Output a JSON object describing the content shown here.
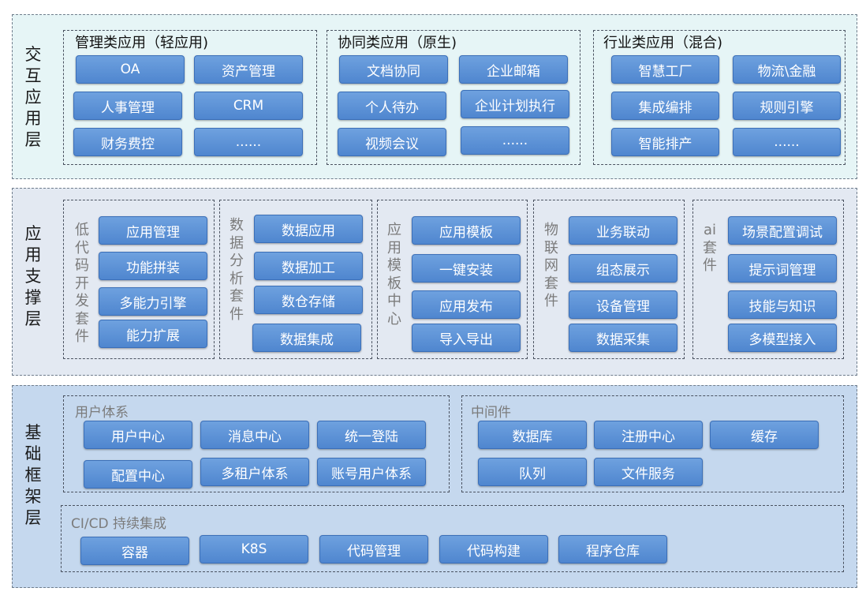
{
  "layers": {
    "interaction": {
      "label": "交互应用层",
      "bg": "#e6f5f6",
      "groups": [
        {
          "title": "管理类应用（轻应用)",
          "items": [
            "OA",
            "资产管理",
            "人事管理",
            "CRM",
            "财务费控",
            "......"
          ]
        },
        {
          "title": "协同类应用（原生)",
          "items": [
            "文档协同",
            "企业邮箱",
            "个人待办",
            "企业计划执行",
            "视频会议",
            "......"
          ]
        },
        {
          "title": "行业类应用（混合)",
          "items": [
            "智慧工厂",
            "物流\\金融",
            "集成编排",
            "规则引擎",
            "智能排产",
            "......"
          ]
        }
      ]
    },
    "support": {
      "label": "应用支撑层",
      "bg": "#e3e9f2",
      "groups": [
        {
          "title": "低代码开发套件",
          "items": [
            "应用管理",
            "功能拼装",
            "多能力引擎",
            "能力扩展"
          ]
        },
        {
          "title": "数据分析套件",
          "items": [
            "数据应用",
            "数据加工",
            "数仓存储",
            "数据集成"
          ]
        },
        {
          "title": "应用模板中心",
          "items": [
            "应用模板",
            "一键安装",
            "应用发布",
            "导入导出"
          ]
        },
        {
          "title": "物联网套件",
          "items": [
            "业务联动",
            "组态展示",
            "设备管理",
            "数据采集"
          ]
        },
        {
          "title": "ai套件",
          "items": [
            "场景配置调试",
            "提示词管理",
            "技能与知识",
            "多模型接入"
          ]
        }
      ]
    },
    "infrastructure": {
      "label": "基础框架层",
      "bg": "#c5d8ee",
      "groups": [
        {
          "title": "用户体系",
          "items": [
            "用户中心",
            "消息中心",
            "统一登陆",
            "配置中心",
            "多租户体系",
            "账号用户体系"
          ]
        },
        {
          "title": "中间件",
          "items": [
            "数据库",
            "注册中心",
            "缓存",
            "队列",
            "文件服务"
          ]
        },
        {
          "title": "CI/CD 持续集成",
          "items": [
            "容器",
            "K8S",
            "代码管理",
            "代码构建",
            "程序仓库"
          ]
        }
      ]
    }
  },
  "colors": {
    "box_top": "#6ea1df",
    "box_bottom": "#4f86cf",
    "box_border": "#3b6fb8"
  }
}
